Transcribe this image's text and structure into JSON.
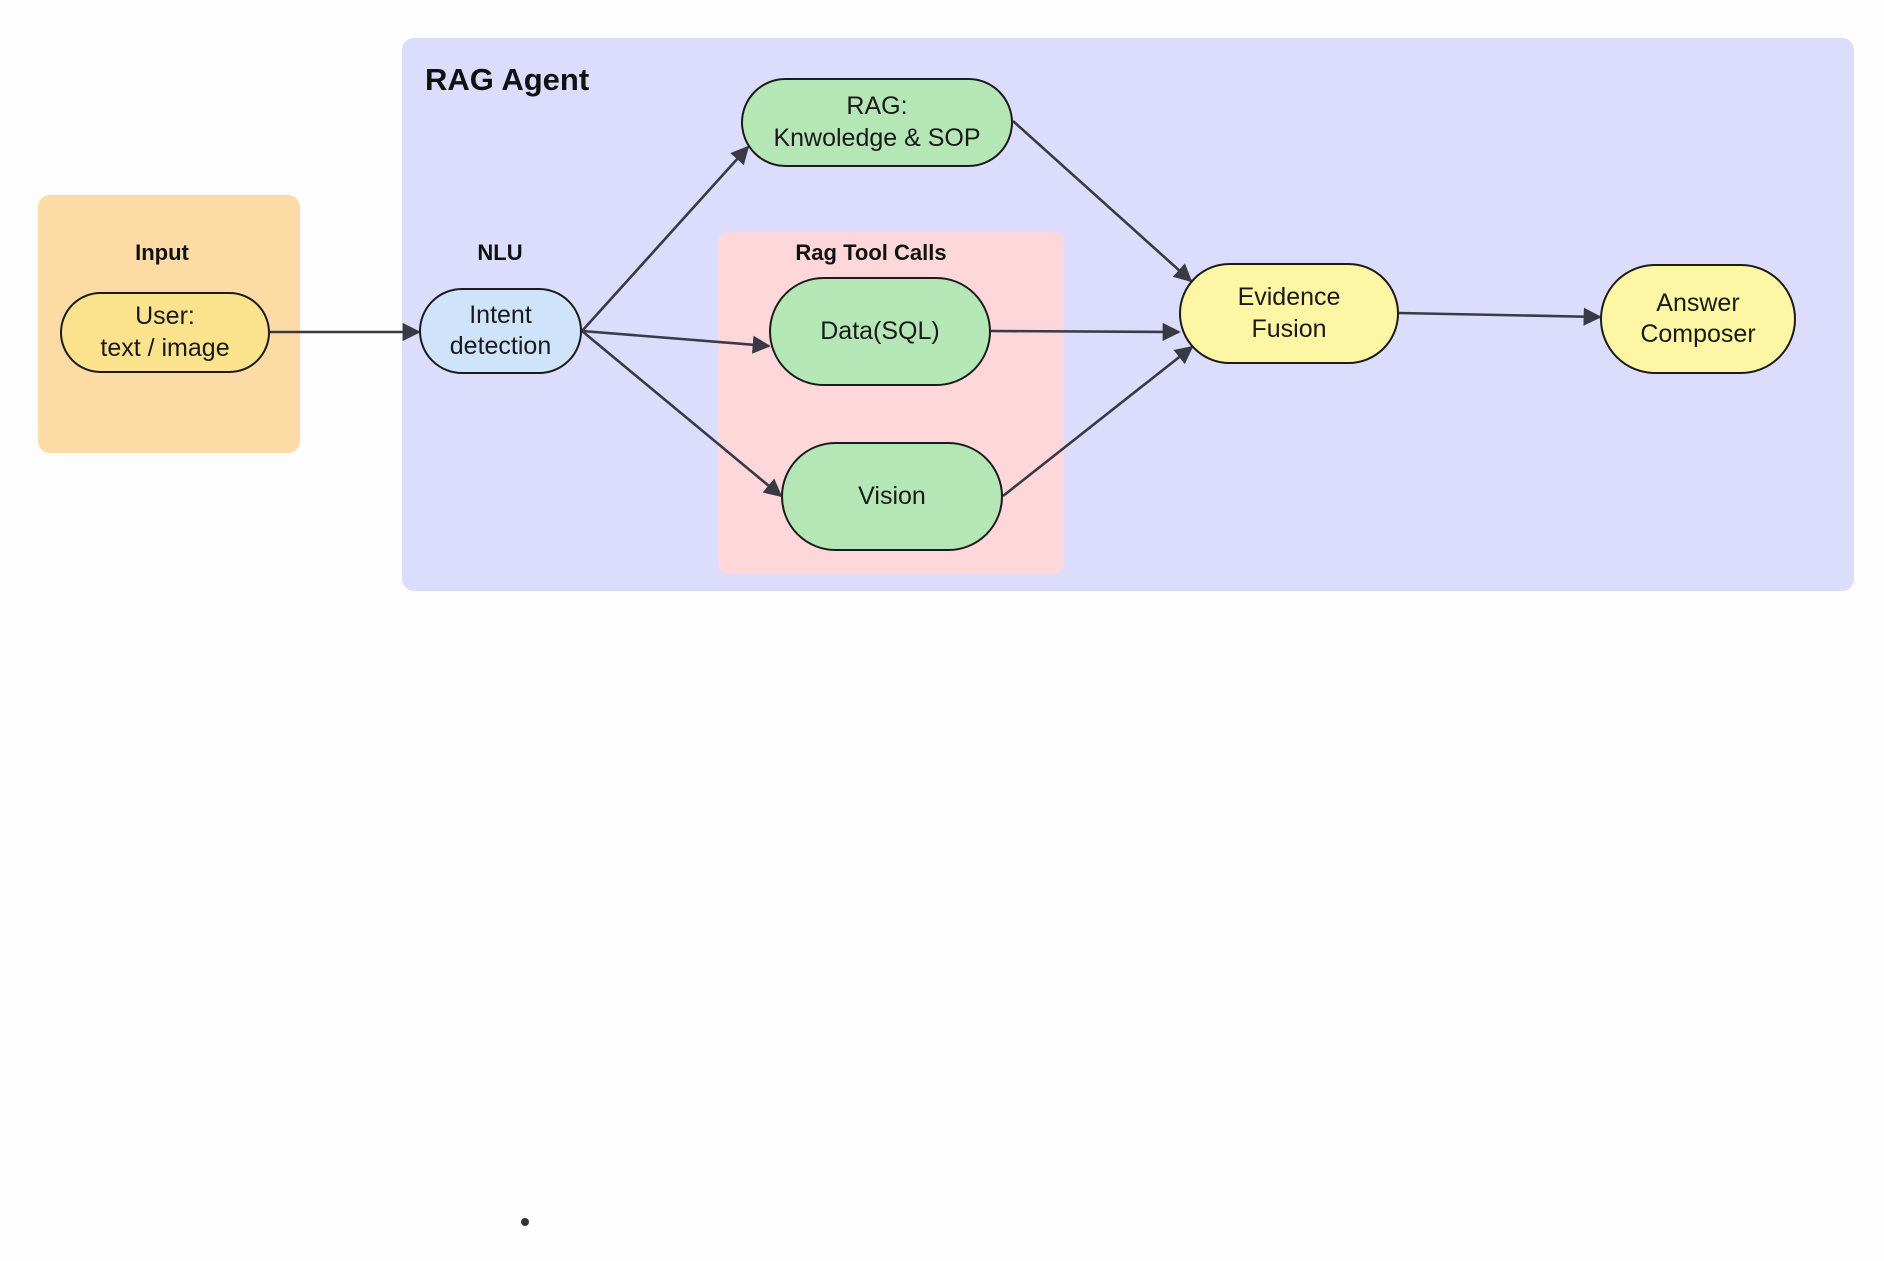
{
  "groups": {
    "input": {
      "title": "Input"
    },
    "agent": {
      "title": "RAG Agent"
    },
    "nlu": {
      "title": "NLU"
    },
    "tools": {
      "title": "Rag Tool Calls"
    }
  },
  "nodes": {
    "user": "User:\ntext / image",
    "intent": "Intent\ndetection",
    "rag": "RAG:\nKnwoledge & SOP",
    "data": "Data(SQL)",
    "vision": "Vision",
    "evidence": "Evidence\nFusion",
    "answer": "Answer\nComposer"
  },
  "edges": [
    {
      "from": "user",
      "to": "intent"
    },
    {
      "from": "intent",
      "to": "rag"
    },
    {
      "from": "intent",
      "to": "data"
    },
    {
      "from": "intent",
      "to": "vision"
    },
    {
      "from": "rag",
      "to": "evidence"
    },
    {
      "from": "data",
      "to": "evidence"
    },
    {
      "from": "vision",
      "to": "evidence"
    },
    {
      "from": "evidence",
      "to": "answer"
    }
  ],
  "colors": {
    "input_group": "#fcdba4",
    "agent_group": "#dcdcfd",
    "tools_group": "#fdd7da",
    "user_node": "#fbe38e",
    "intent_node": "#cfe3fb",
    "tool_node": "#b5e6b5",
    "output_node": "#fdf6a5",
    "edge": "#3a3a45"
  }
}
